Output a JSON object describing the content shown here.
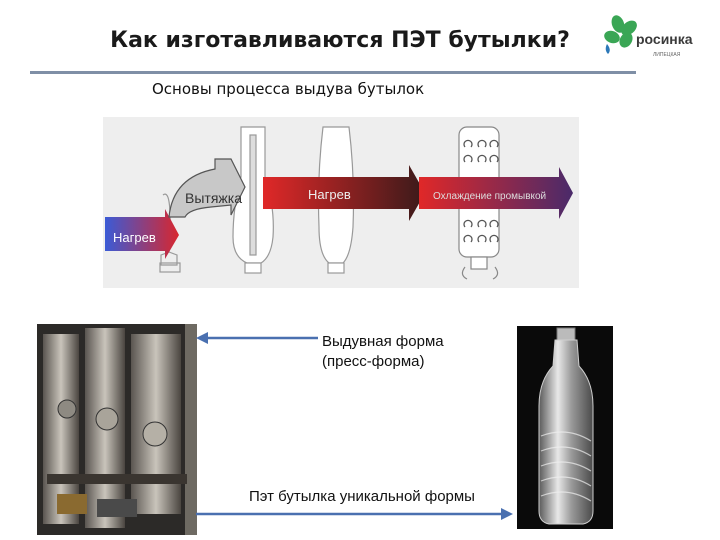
{
  "header": {
    "title": "Как изготавливаются ПЭТ бутылки?",
    "subtitle": "Основы процесса выдува бутылок"
  },
  "logo": {
    "brand": "росинка",
    "tagline": "ЛИПЕЦКАЯ",
    "leaf_color": "#3aa655",
    "drop_color": "#2c78b8"
  },
  "diagram": {
    "stages": [
      {
        "label": "Нагрев",
        "color_from": "#3b5bd6",
        "color_to": "#d8262e"
      },
      {
        "label": "Вытяжка",
        "color": "#c8c8c8"
      },
      {
        "label": "Нагрев",
        "color_from": "#e02828",
        "color_to": "#3a1a1a"
      },
      {
        "label": "Охлаждение промывкой",
        "color_from": "#e02828",
        "color_to": "#4a2a6a"
      }
    ]
  },
  "annotations": {
    "mold_line1": "Выдувная форма",
    "mold_line2": "(пресс-форма)",
    "bottle": "Пэт бутылка уникальной формы",
    "arrow_color": "#4a70b0"
  }
}
